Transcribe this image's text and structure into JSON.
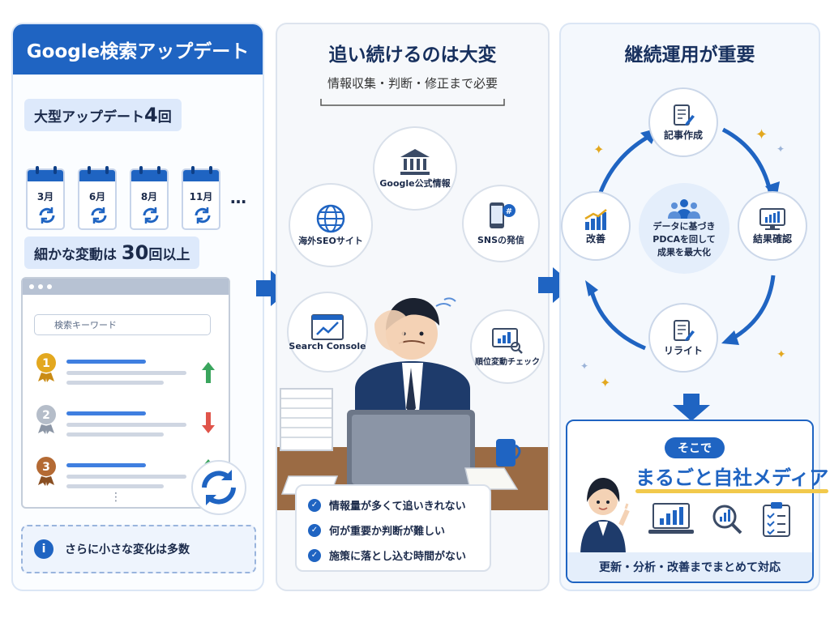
{
  "panel1": {
    "header": "Google検索アップデート",
    "big_updates_prefix": "大型アップデート",
    "big_updates_count": "4",
    "big_updates_suffix": "回",
    "months": [
      "3月",
      "6月",
      "8月",
      "11月"
    ],
    "more": "…",
    "small_changes_prefix": "細かな変動は",
    "small_changes_count": "30",
    "small_changes_suffix": "回以上",
    "search_placeholder": "検索キーワード",
    "ranks": [
      "1",
      "2",
      "3"
    ],
    "ellipsis": "⋮",
    "info_icon": "i",
    "info_text": "さらに小さな変化は多数"
  },
  "panel2": {
    "title": "追い続けるのは大変",
    "subtitle": "情報収集・判断・修正まで必要",
    "bubbles": {
      "overseas": "海外SEOサイト",
      "google": "Google公式情報",
      "sns": "SNSの発信",
      "console": "Search Console",
      "rank": "順位変動チェック"
    },
    "problems": [
      "情報量が多くて追いきれない",
      "何が重要か判断が難しい",
      "施策に落とし込む時間がない"
    ]
  },
  "panel3": {
    "title": "継続運用が重要",
    "nodes": {
      "write": "記事作成",
      "check": "結果確認",
      "rewrite": "リライト",
      "improve": "改善"
    },
    "center_lines": [
      "データに基づき",
      "PDCAを回して",
      "成果を最大化"
    ],
    "cta_badge": "そこで",
    "cta_title": "まるごと自社メディア",
    "cta_footer": "更新・分析・改善までまとめて対応"
  },
  "colors": {
    "brand": "#1f64c2",
    "up": "#3aa55d",
    "down": "#e0544a",
    "gold": "#e3a81f"
  }
}
